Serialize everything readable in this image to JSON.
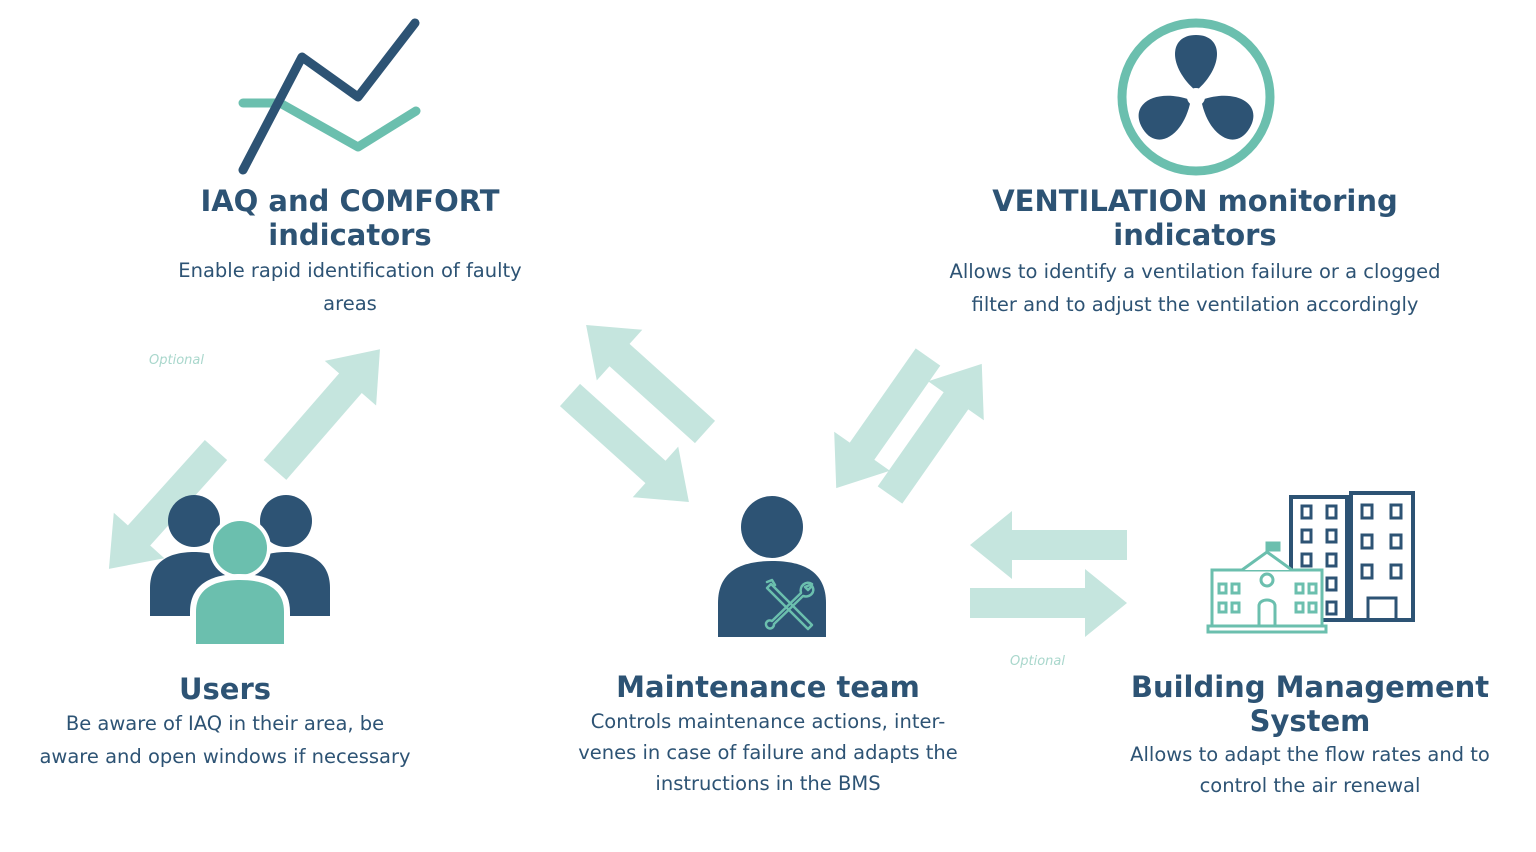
{
  "colors": {
    "navy": "#2d5374",
    "teal": "#6bbfae",
    "arrow": "#c5e5de",
    "optional": "#a9d7cc"
  },
  "nodes": {
    "iaq": {
      "icon": "line-chart-icon",
      "title_line1": "IAQ and COMFORT",
      "title_line2": "indicators",
      "desc_line1": "Enable rapid identification of faulty",
      "desc_line2": "areas"
    },
    "ventilation": {
      "icon": "fan-icon",
      "title_line1": "VENTILATION monitoring",
      "title_line2": "indicators",
      "desc_line1": "Allows to identify a ventilation failure or a clogged",
      "desc_line2": "filter and to adjust the ventilation accordingly"
    },
    "users": {
      "icon": "users-group-icon",
      "title": "Users",
      "desc_line1": "Be aware of IAQ in their area, be",
      "desc_line2": "aware and open windows if necessary"
    },
    "maintenance": {
      "icon": "technician-icon",
      "title": "Maintenance team",
      "desc_line1": "Controls maintenance actions, inter-",
      "desc_line2": "venes in case of failure and adapts the",
      "desc_line3": "instructions in the BMS"
    },
    "bms": {
      "icon": "buildings-icon",
      "title_line1": "Building Management",
      "title_line2": "System",
      "desc_line1": "Allows to adapt the flow rates and to",
      "desc_line2": "control the air renewal"
    }
  },
  "labels": {
    "optional_users": "Optional",
    "optional_bms": "Optional"
  }
}
